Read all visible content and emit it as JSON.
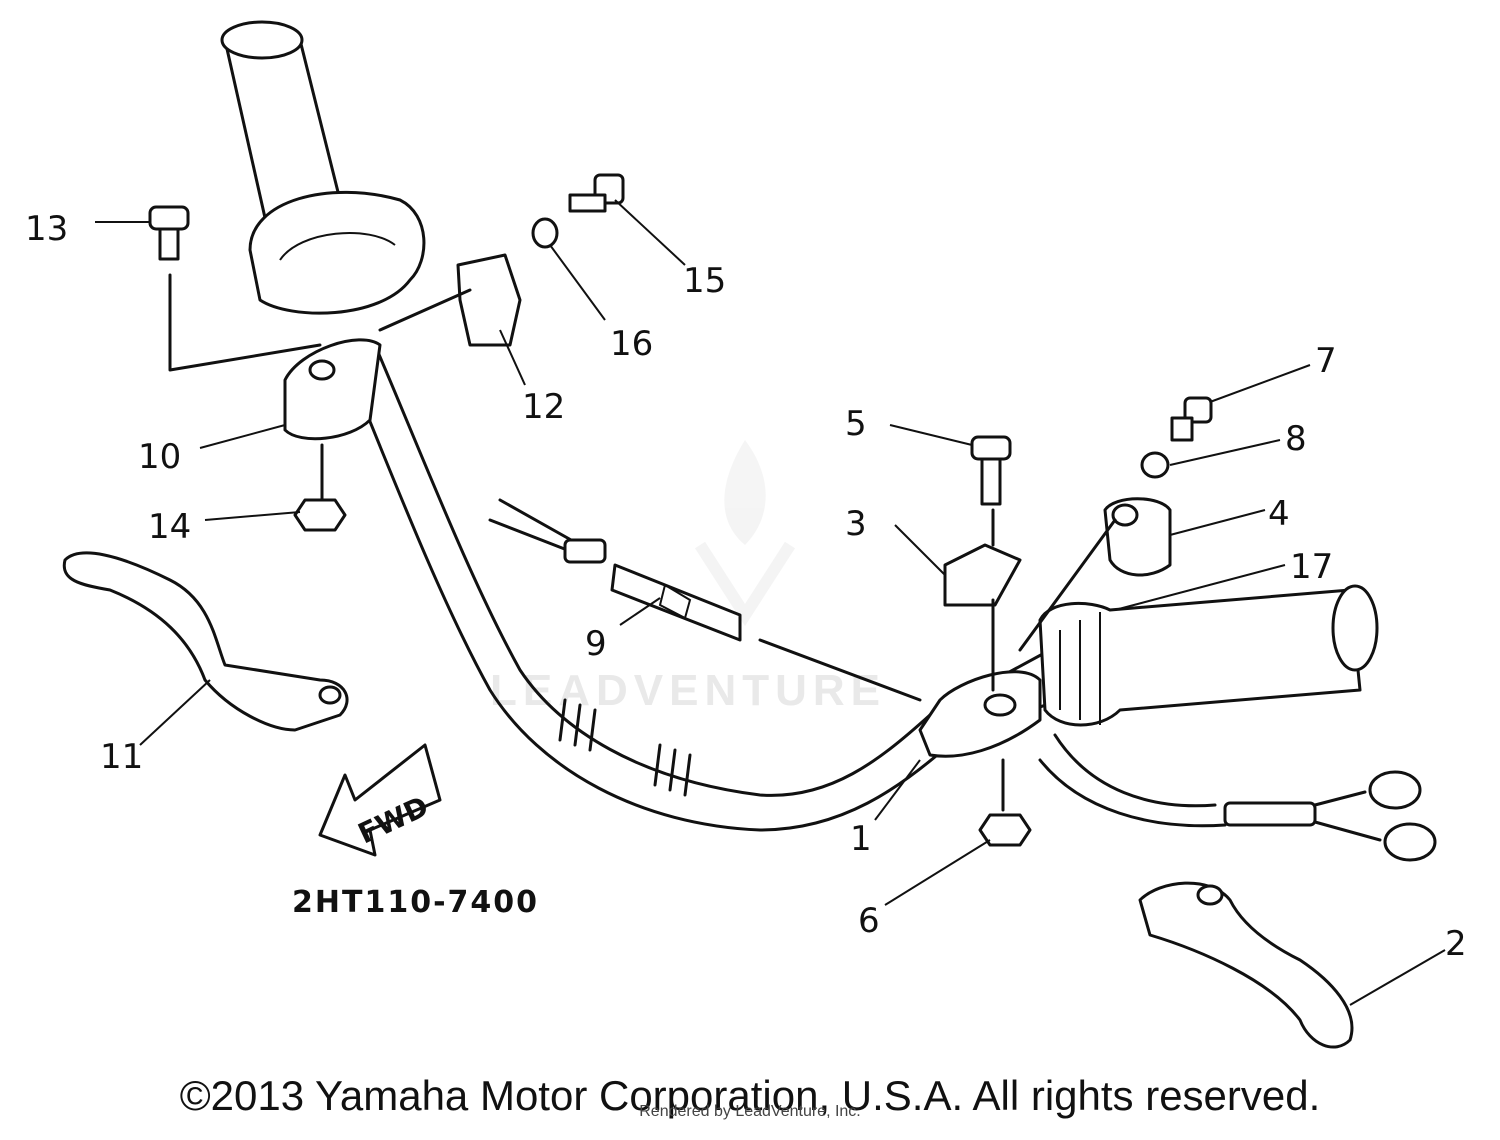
{
  "diagram": {
    "callouts": [
      "1",
      "2",
      "3",
      "4",
      "5",
      "6",
      "7",
      "8",
      "9",
      "10",
      "11",
      "12",
      "13",
      "14",
      "15",
      "16",
      "17"
    ],
    "direction_label": "FWD",
    "part_code": "2HT110-7400",
    "watermark": "LEADVENTURE"
  },
  "footer": {
    "copyright": "©2013 Yamaha Motor Corporation, U.S.A. All rights reserved.",
    "rendered_by": "Rendered by LeadVenture, Inc."
  }
}
